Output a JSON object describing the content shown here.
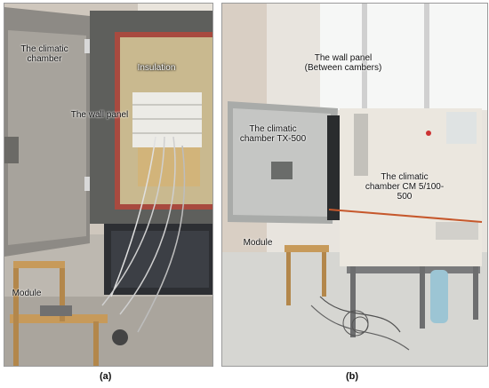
{
  "panel_a": {
    "caption": "(a)",
    "labels": {
      "climatic_chamber": "The climatic chamber",
      "insulation": "Insulation",
      "wall_panel": "The wall panel",
      "module": "Module"
    }
  },
  "panel_b": {
    "caption": "(b)",
    "labels": {
      "wall_panel": "The wall panel (Between cambers)",
      "chamber_tx": "The climatic chamber TX-500",
      "chamber_cm": "The climatic chamber CM 5/100-500",
      "module": "Module"
    }
  }
}
